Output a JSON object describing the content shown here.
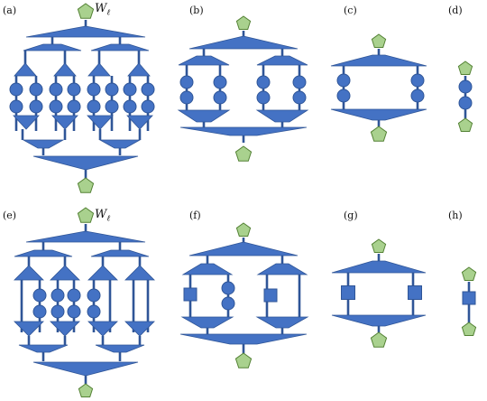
{
  "figure": {
    "colors": {
      "tensor": "#4472C4",
      "edge": "#2F5597",
      "pentagon": "#A9D18E",
      "pentagon_edge": "#548235"
    },
    "panels": [
      {
        "id": "a",
        "label": "(a)",
        "op_label": "W",
        "op_sub": "ℓ"
      },
      {
        "id": "b",
        "label": "(b)"
      },
      {
        "id": "c",
        "label": "(c)"
      },
      {
        "id": "d",
        "label": "(d)"
      },
      {
        "id": "e",
        "label": "(e)",
        "op_label": "W",
        "op_sub": "ℓ"
      },
      {
        "id": "f",
        "label": "(f)"
      },
      {
        "id": "g",
        "label": "(g)"
      },
      {
        "id": "h",
        "label": "(h)"
      }
    ]
  }
}
